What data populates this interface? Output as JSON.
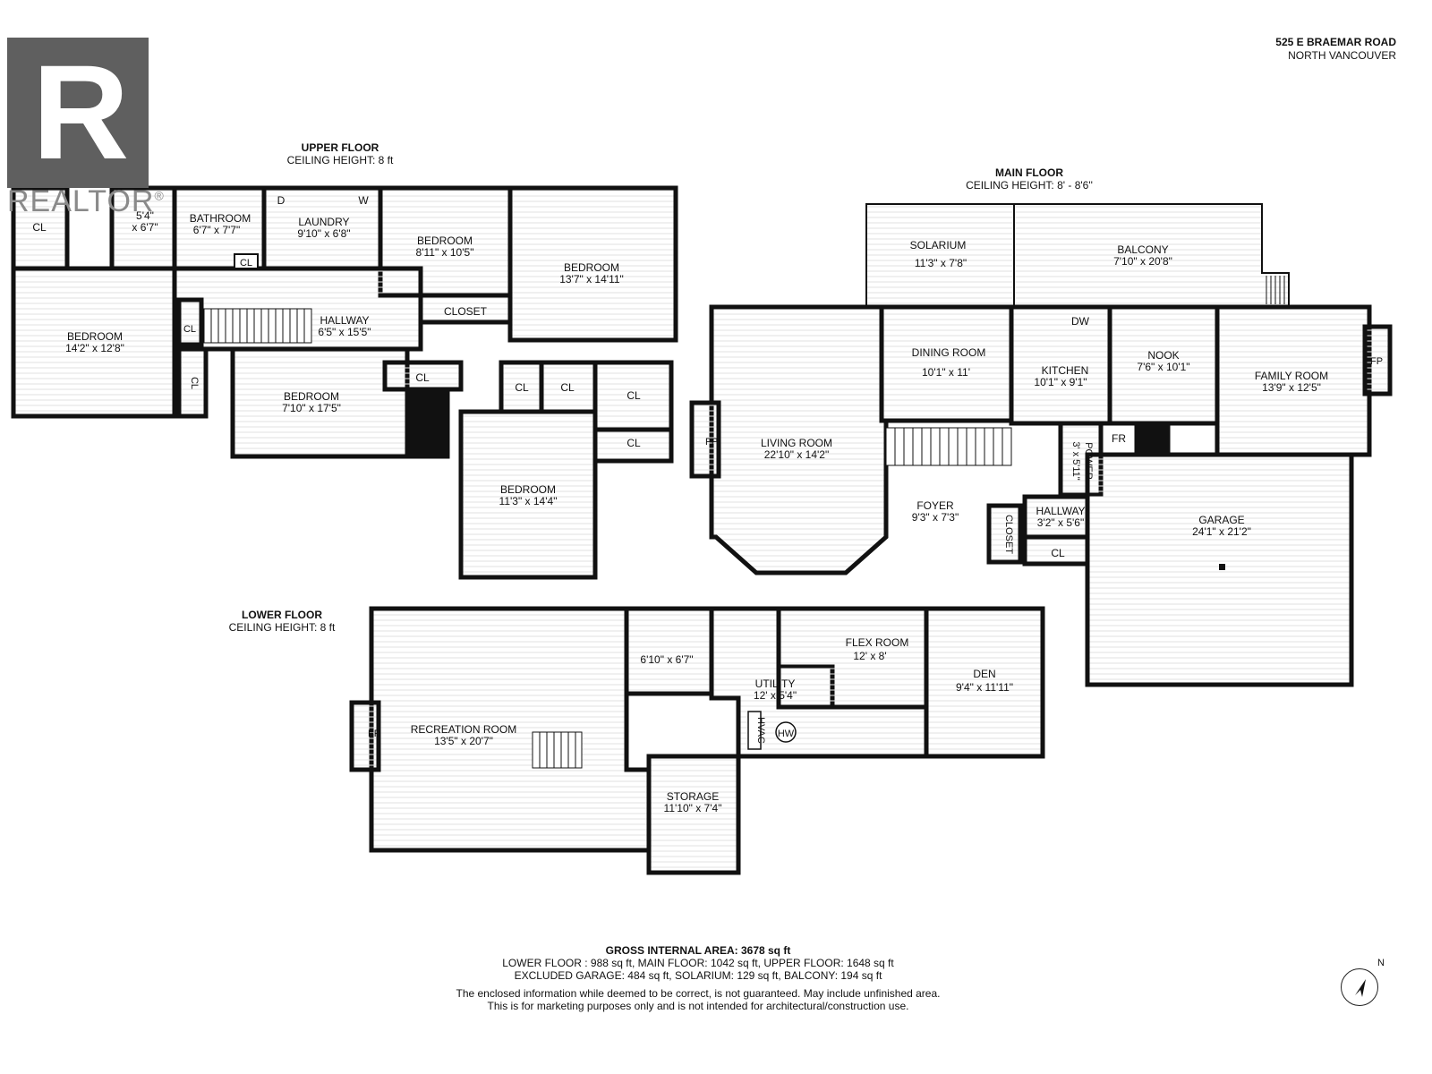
{
  "logo": {
    "letter": "R",
    "text": "REALTOR",
    "mark": "®"
  },
  "address": {
    "line1": "525 E BRAEMAR ROAD",
    "line2": "NORTH VANCOUVER"
  },
  "floors": {
    "upper": {
      "title": "UPPER FLOOR",
      "ceiling": "CEILING HEIGHT: 8 ft"
    },
    "main": {
      "title": "MAIN FLOOR",
      "ceiling": "CEILING HEIGHT: 8' - 8'6''"
    },
    "lower": {
      "title": "LOWER FLOOR",
      "ceiling": "CEILING HEIGHT: 8 ft"
    }
  },
  "rooms": {
    "upper": [
      {
        "name": "CL"
      },
      {
        "name": "5'4\"",
        "dim": "x 6'7\""
      },
      {
        "name": "BATHROOM",
        "dim": "6'7\" x 7'7\""
      },
      {
        "name": "D"
      },
      {
        "name": "W"
      },
      {
        "name": "LAUNDRY",
        "dim": "9'10\" x 6'8\""
      },
      {
        "name": "CL"
      },
      {
        "name": "BEDROOM",
        "dim": "8'11\" x 10'5\""
      },
      {
        "name": "BEDROOM",
        "dim": "13'7\" x 14'11\""
      },
      {
        "name": "CLOSET"
      },
      {
        "name": "BEDROOM",
        "dim": "14'2\" x 12'8\""
      },
      {
        "name": "CL"
      },
      {
        "name": "HALLWAY",
        "dim": "6'5\" x 15'5\""
      },
      {
        "name": "CL"
      },
      {
        "name": "BEDROOM",
        "dim": "7'10\" x 17'5\""
      },
      {
        "name": "CL"
      },
      {
        "name": "CL"
      },
      {
        "name": "CL"
      },
      {
        "name": "CL"
      },
      {
        "name": "CL"
      },
      {
        "name": "BEDROOM",
        "dim": "11'3\" x 14'4\""
      }
    ],
    "main": [
      {
        "name": "SOLARIUM",
        "dim": "11'3\" x 7'8\""
      },
      {
        "name": "BALCONY",
        "dim": "7'10\" x 20'8\""
      },
      {
        "name": "DINING ROOM",
        "dim": "10'1\" x 11'"
      },
      {
        "name": "DW"
      },
      {
        "name": "KITCHEN",
        "dim": "10'1\" x 9'1\""
      },
      {
        "name": "NOOK",
        "dim": "7'6\" x 10'1\""
      },
      {
        "name": "FAMILY ROOM",
        "dim": "13'9\" x 12'5\""
      },
      {
        "name": "FP"
      },
      {
        "name": "FP"
      },
      {
        "name": "LIVING ROOM",
        "dim": "22'10\" x 14'2\""
      },
      {
        "name": "POWER",
        "dim": "3' x 5'11\""
      },
      {
        "name": "FR"
      },
      {
        "name": "FOYER",
        "dim": "9'3\" x 7'3\""
      },
      {
        "name": "CLOSET"
      },
      {
        "name": "HALLWAY",
        "dim": "3'2\" x 5'6\""
      },
      {
        "name": "CL"
      },
      {
        "name": "GARAGE",
        "dim": "24'1\" x 21'2\""
      }
    ],
    "lower": [
      {
        "name": "6'10\" x 6'7\""
      },
      {
        "name": "FLEX ROOM",
        "dim": "12' x 8'"
      },
      {
        "name": "DEN",
        "dim": "9'4\" x 11'11\""
      },
      {
        "name": "UTILITY",
        "dim": "12' x 5'4\""
      },
      {
        "name": "HVAC"
      },
      {
        "name": "HW"
      },
      {
        "name": "FP"
      },
      {
        "name": "RECREATION ROOM",
        "dim": "13'5\" x 20'7\""
      },
      {
        "name": "STORAGE",
        "dim": "11'10\" x 7'4\""
      }
    ]
  },
  "area": {
    "gross": "GROSS INTERNAL AREA: 3678 sq ft",
    "line2": "LOWER FLOOR : 988 sq ft, MAIN FLOOR: 1042 sq ft, UPPER FLOOR: 1648 sq ft",
    "line3": "EXCLUDED GARAGE: 484 sq ft, SOLARIUM: 129 sq ft, BALCONY: 194 sq ft"
  },
  "disclaimer": {
    "line1": "The enclosed information while deemed to be correct, is not guaranteed. May include unfinished area.",
    "line2": "This is for marketing purposes only and is not intended for architectural/construction use."
  },
  "compass": {
    "label": "N",
    "icon": "compass-arrow-icon"
  },
  "colors": {
    "wall": "#111111",
    "hatch": "#d8d8d8",
    "logo": "#5f5f5f"
  }
}
